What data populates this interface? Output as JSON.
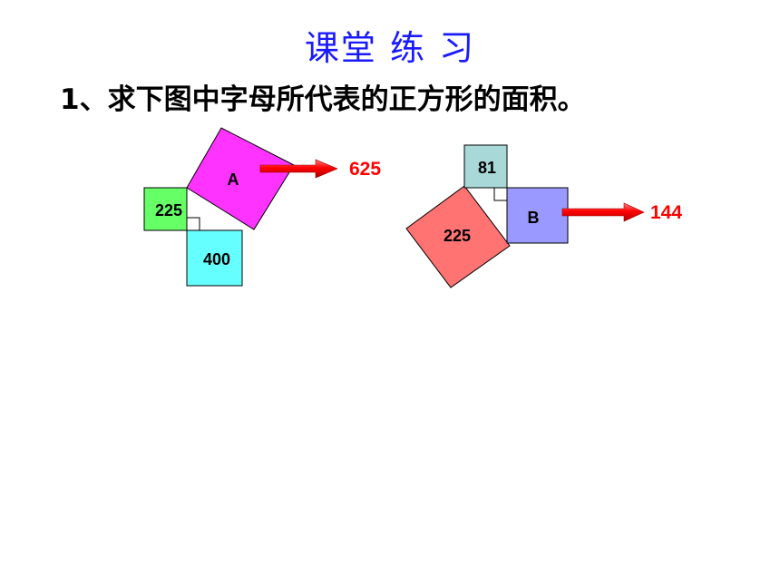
{
  "title": "课堂 练 习",
  "question": "1、求下图中字母所代表的正方形的面积。",
  "figure1": {
    "square_small_label": "225",
    "square_medium_label": "400",
    "square_hyp_label": "A",
    "answer": "625",
    "color_small": "#66ff66",
    "color_medium": "#66ffff",
    "color_hyp": "#ff33ff"
  },
  "figure2": {
    "square_small_label": "81",
    "square_unknown_label": "B",
    "square_hyp_label": "225",
    "answer": "144",
    "color_small": "#a8d8d8",
    "color_unknown": "#9999ff",
    "color_hyp": "#ff7373"
  },
  "arrow_color": "#ff0000",
  "answer_color": "#ff0000"
}
